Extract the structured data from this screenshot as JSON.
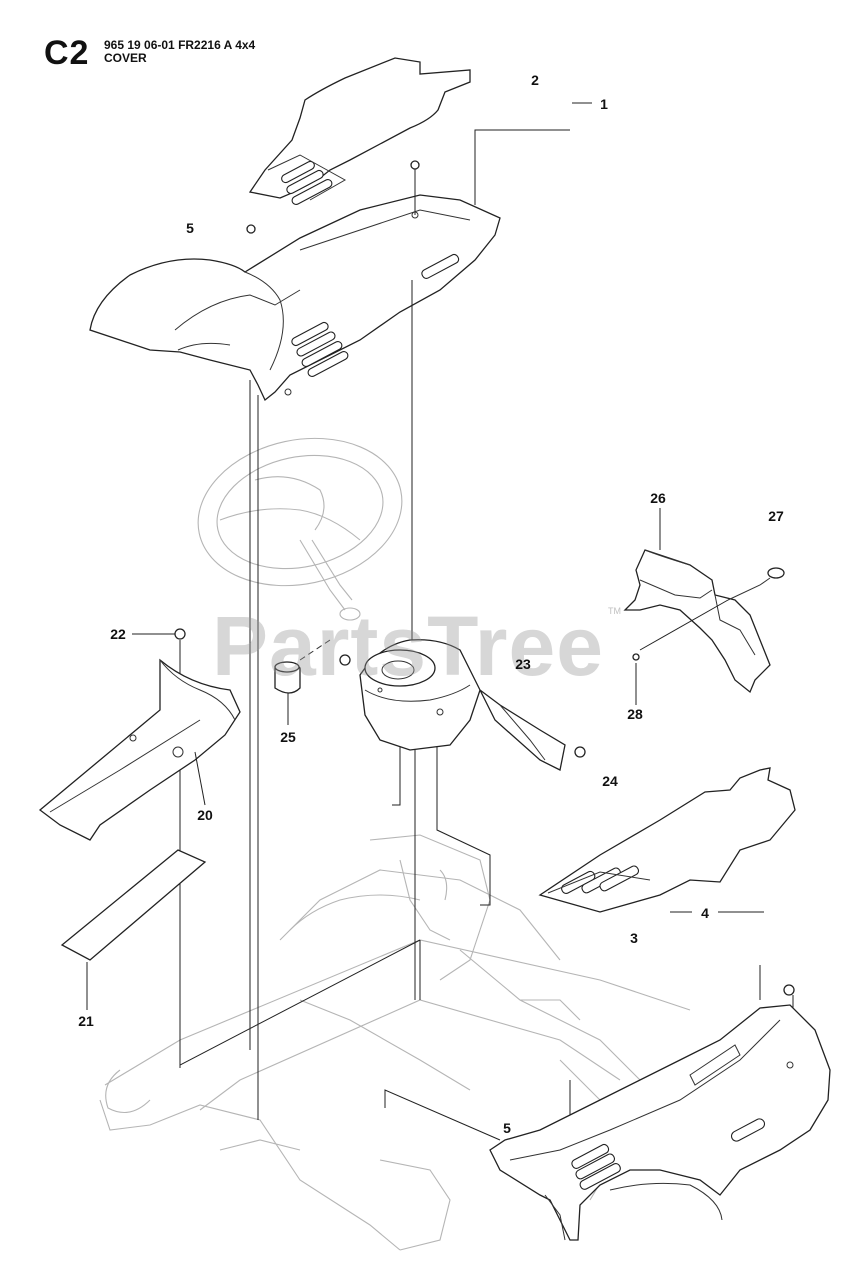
{
  "header": {
    "section_code": "C2",
    "model_line": "965 19 06-01 FR2216 A 4x4",
    "section_name": "COVER"
  },
  "watermark": {
    "text": "PartsTree",
    "trademark": "TM"
  },
  "callouts": [
    {
      "id": "callout-2",
      "label": "2"
    },
    {
      "id": "callout-1",
      "label": "1"
    },
    {
      "id": "callout-5-top",
      "label": "5"
    },
    {
      "id": "callout-26",
      "label": "26"
    },
    {
      "id": "callout-27",
      "label": "27"
    },
    {
      "id": "callout-22",
      "label": "22"
    },
    {
      "id": "callout-23",
      "label": "23"
    },
    {
      "id": "callout-25",
      "label": "25"
    },
    {
      "id": "callout-28",
      "label": "28"
    },
    {
      "id": "callout-24",
      "label": "24"
    },
    {
      "id": "callout-20",
      "label": "20"
    },
    {
      "id": "callout-4",
      "label": "4"
    },
    {
      "id": "callout-3",
      "label": "3"
    },
    {
      "id": "callout-21",
      "label": "21"
    },
    {
      "id": "callout-5-bottom",
      "label": "5"
    }
  ]
}
